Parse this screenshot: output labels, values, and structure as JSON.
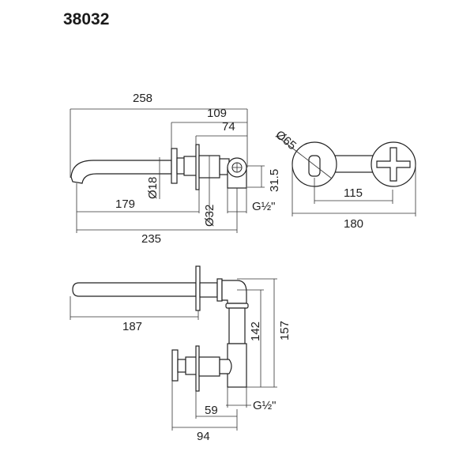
{
  "title": "38032",
  "front_view": {
    "dims": {
      "overall_length": "258",
      "flange_to_back": "109",
      "rosette_to_back": "74",
      "spout_diameter": "Ø18",
      "spout_projection": "179",
      "body_diameter": "Ø32",
      "total_depth": "235",
      "connection_height": "31.5",
      "thread": "G½\""
    }
  },
  "side_view": {
    "dims": {
      "rosette_diameter": "Ø65",
      "centers": "115",
      "overall_width": "180"
    }
  },
  "top_view": {
    "dims": {
      "spout_length": "187",
      "inner_height": "142",
      "outer_height": "157",
      "valve_depth": "59",
      "thread": "G½\"",
      "handle_depth": "94"
    }
  }
}
